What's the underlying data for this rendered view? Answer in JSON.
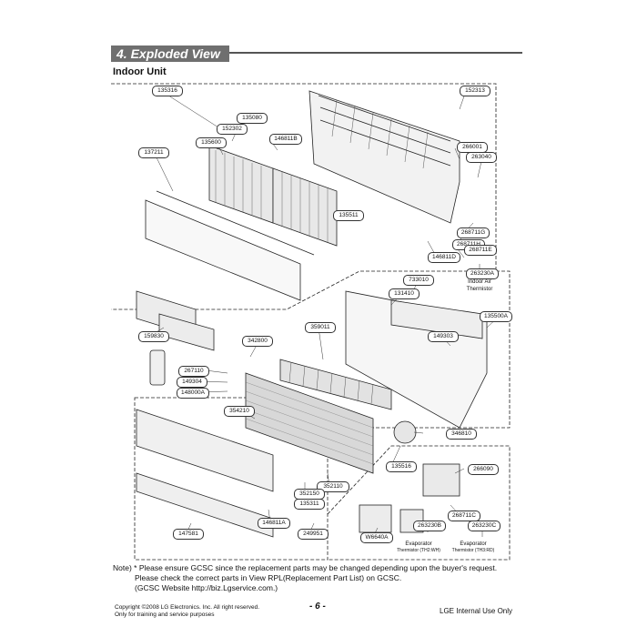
{
  "header": {
    "section_title": "4. Exploded View",
    "subtitle": "Indoor Unit"
  },
  "part_numbers": {
    "p135316": "135316",
    "p152313": "152313",
    "p135080": "135080",
    "p152302": "152302",
    "p146811b": "146811B",
    "p135600": "135600",
    "p137211": "137211",
    "p266001": "266001",
    "p263040": "263040",
    "p135511": "135511",
    "p268711g": "268711G",
    "p268711h": "268711H",
    "p268711e": "268711E",
    "p146811d": "146811D",
    "p263230a": "263230A",
    "p733010": "733010",
    "p131410": "131410",
    "p135500a": "135500A",
    "p159830": "159830",
    "p359011": "359011",
    "p342800": "342800",
    "p149303": "149303",
    "p267110": "267110",
    "p149304": "149304",
    "p148000a": "148000A",
    "p354210": "354210",
    "p346810": "346810",
    "p135516": "135516",
    "p266090": "266090",
    "p352110": "352110",
    "p352150": "352150",
    "p135311": "135311",
    "p268711c": "268711C",
    "p146811a": "146811A",
    "p263230b": "263230B",
    "p263230c": "263230C",
    "p147581": "147581",
    "p249951": "249951",
    "p6640a": "W6640A"
  },
  "labels": {
    "indoor_air_thermistor_1": "Indoor Air",
    "indoor_air_thermistor_2": "Thermistor",
    "evap_left_1": "Evaporator",
    "evap_left_2": "Thermistor (TH2:WH)",
    "evap_right_1": "Evaporator",
    "evap_right_2": "Thermistor (TH3:RD)"
  },
  "note": {
    "line1": "Note) * Please ensure GCSC since the replacement parts may be changed depending upon the buyer's request.",
    "line2": "Please check  the correct parts in View RPL(Replacement Part List) on GCSC.",
    "line3": "(GCSC Website  http://biz.Lgservice.com.)"
  },
  "footer": {
    "copyright": "Copyright ©2008 LG Electronics. Inc. All right reserved.",
    "usage": "Only for training and service purposes",
    "page": "- 6 -",
    "internal": "LGE Internal Use Only"
  }
}
